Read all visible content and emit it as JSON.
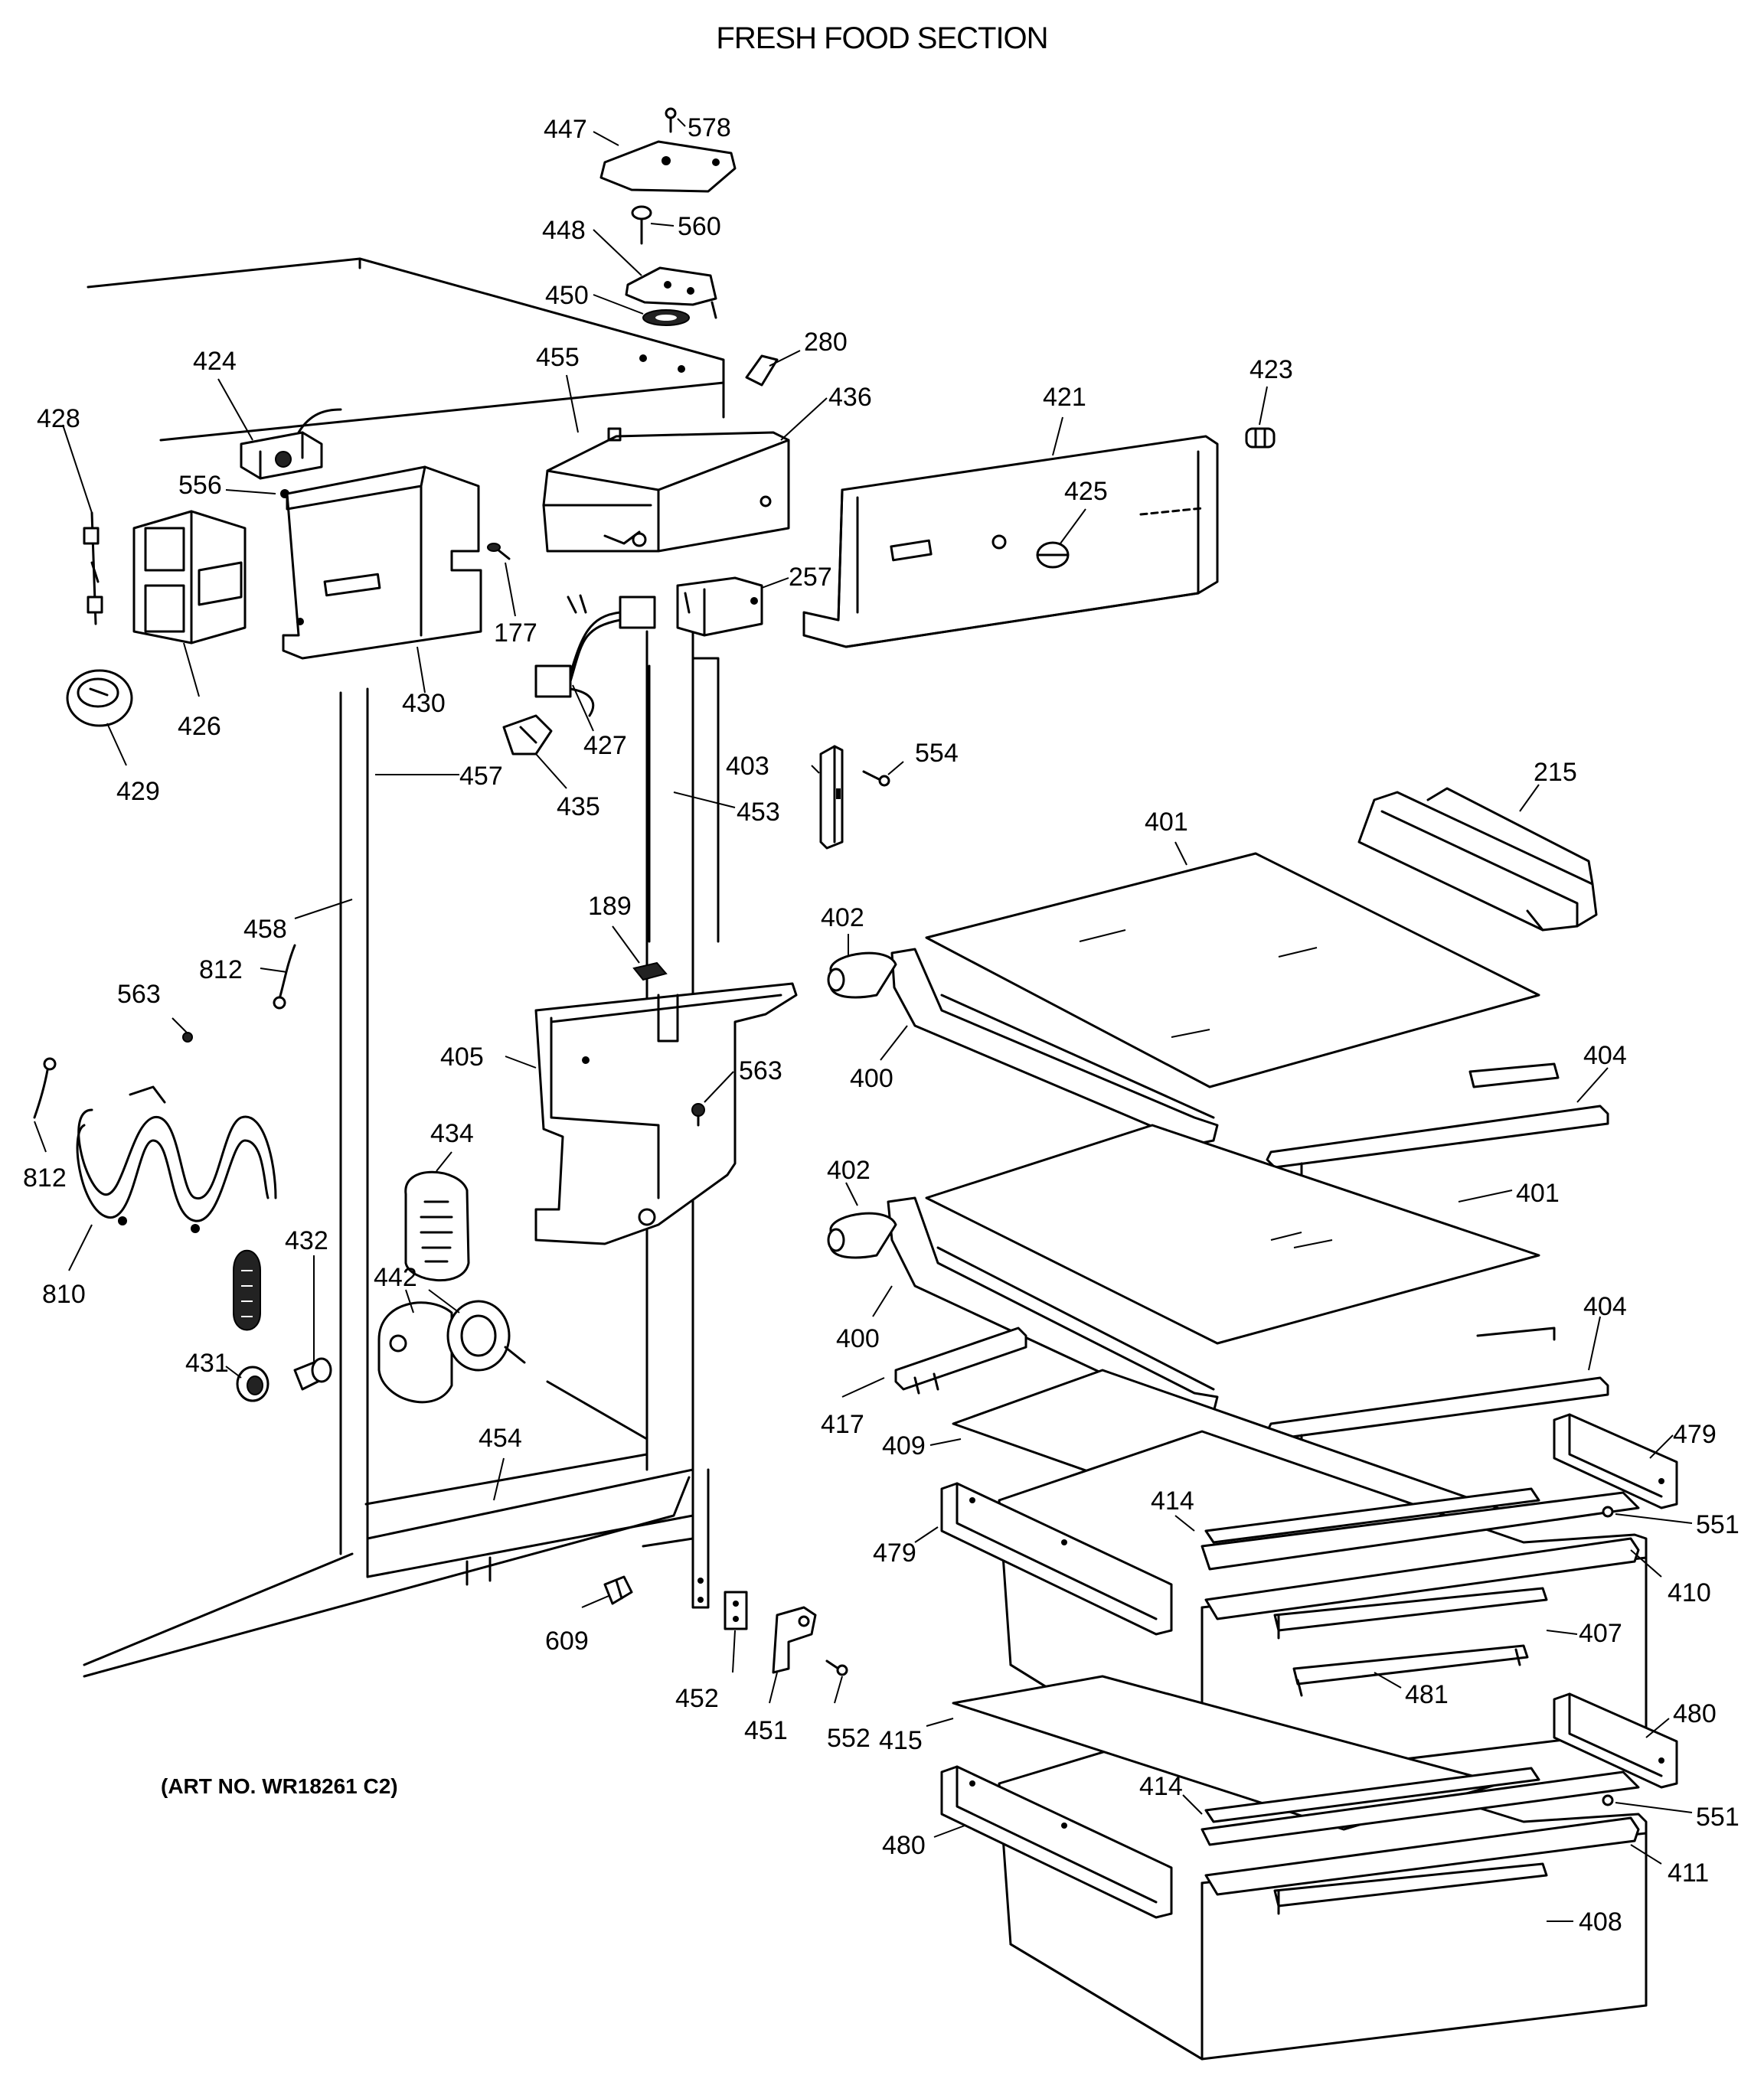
{
  "diagram": {
    "title": "FRESH FOOD SECTION",
    "art_number": "(ART NO. WR18261 C2)",
    "callouts": [
      {
        "id": "c578",
        "text": "578"
      },
      {
        "id": "c447",
        "text": "447"
      },
      {
        "id": "c560",
        "text": "560"
      },
      {
        "id": "c448",
        "text": "448"
      },
      {
        "id": "c450",
        "text": "450"
      },
      {
        "id": "c280",
        "text": "280"
      },
      {
        "id": "c455",
        "text": "455"
      },
      {
        "id": "c436",
        "text": "436"
      },
      {
        "id": "c421",
        "text": "421"
      },
      {
        "id": "c423",
        "text": "423"
      },
      {
        "id": "c424",
        "text": "424"
      },
      {
        "id": "c428",
        "text": "428"
      },
      {
        "id": "c556",
        "text": "556"
      },
      {
        "id": "c425",
        "text": "425"
      },
      {
        "id": "c257",
        "text": "257"
      },
      {
        "id": "c177",
        "text": "177"
      },
      {
        "id": "c426",
        "text": "426"
      },
      {
        "id": "c430",
        "text": "430"
      },
      {
        "id": "c427",
        "text": "427"
      },
      {
        "id": "c429",
        "text": "429"
      },
      {
        "id": "c457",
        "text": "457"
      },
      {
        "id": "c435",
        "text": "435"
      },
      {
        "id": "c554",
        "text": "554"
      },
      {
        "id": "c403",
        "text": "403"
      },
      {
        "id": "c453",
        "text": "453"
      },
      {
        "id": "c215",
        "text": "215"
      },
      {
        "id": "c401a",
        "text": "401"
      },
      {
        "id": "c458",
        "text": "458"
      },
      {
        "id": "c189",
        "text": "189"
      },
      {
        "id": "c402a",
        "text": "402"
      },
      {
        "id": "c812a",
        "text": "812"
      },
      {
        "id": "c563a",
        "text": "563"
      },
      {
        "id": "c405",
        "text": "405"
      },
      {
        "id": "c400a",
        "text": "400"
      },
      {
        "id": "c563b",
        "text": "563"
      },
      {
        "id": "c404a",
        "text": "404"
      },
      {
        "id": "c434",
        "text": "434"
      },
      {
        "id": "c812b",
        "text": "812"
      },
      {
        "id": "c402b",
        "text": "402"
      },
      {
        "id": "c401b",
        "text": "401"
      },
      {
        "id": "c432",
        "text": "432"
      },
      {
        "id": "c442",
        "text": "442"
      },
      {
        "id": "c810",
        "text": "810"
      },
      {
        "id": "c404b",
        "text": "404"
      },
      {
        "id": "c400b",
        "text": "400"
      },
      {
        "id": "c431",
        "text": "431"
      },
      {
        "id": "c417",
        "text": "417"
      },
      {
        "id": "c479a",
        "text": "479"
      },
      {
        "id": "c409",
        "text": "409"
      },
      {
        "id": "c454",
        "text": "454"
      },
      {
        "id": "c414a",
        "text": "414"
      },
      {
        "id": "c551a",
        "text": "551"
      },
      {
        "id": "c479b",
        "text": "479"
      },
      {
        "id": "c410",
        "text": "410"
      },
      {
        "id": "c609",
        "text": "609"
      },
      {
        "id": "c407",
        "text": "407"
      },
      {
        "id": "c481",
        "text": "481"
      },
      {
        "id": "c452",
        "text": "452"
      },
      {
        "id": "c480a",
        "text": "480"
      },
      {
        "id": "c451",
        "text": "451"
      },
      {
        "id": "c552",
        "text": "552"
      },
      {
        "id": "c415",
        "text": "415"
      },
      {
        "id": "c414b",
        "text": "414"
      },
      {
        "id": "c551b",
        "text": "551"
      },
      {
        "id": "c480b",
        "text": "480"
      },
      {
        "id": "c411",
        "text": "411"
      },
      {
        "id": "c408",
        "text": "408"
      }
    ]
  }
}
